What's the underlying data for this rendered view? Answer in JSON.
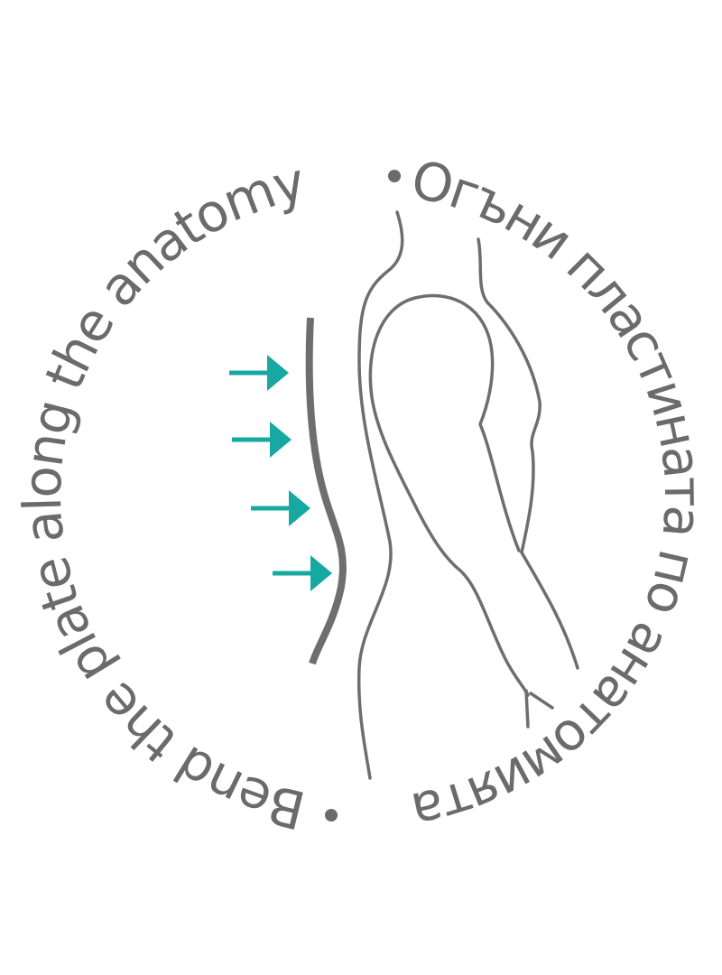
{
  "text_left": "Bend the plate along the anatomy",
  "text_right": "Огъни пластината по анатомията",
  "colors": {
    "text": "#6b6b6b",
    "outline": "#6e6e6e",
    "plate": "#6e6e6e",
    "arrows": "#17a9a1"
  },
  "arrows": {
    "count": 4,
    "icon": "arrow-right-icon"
  }
}
